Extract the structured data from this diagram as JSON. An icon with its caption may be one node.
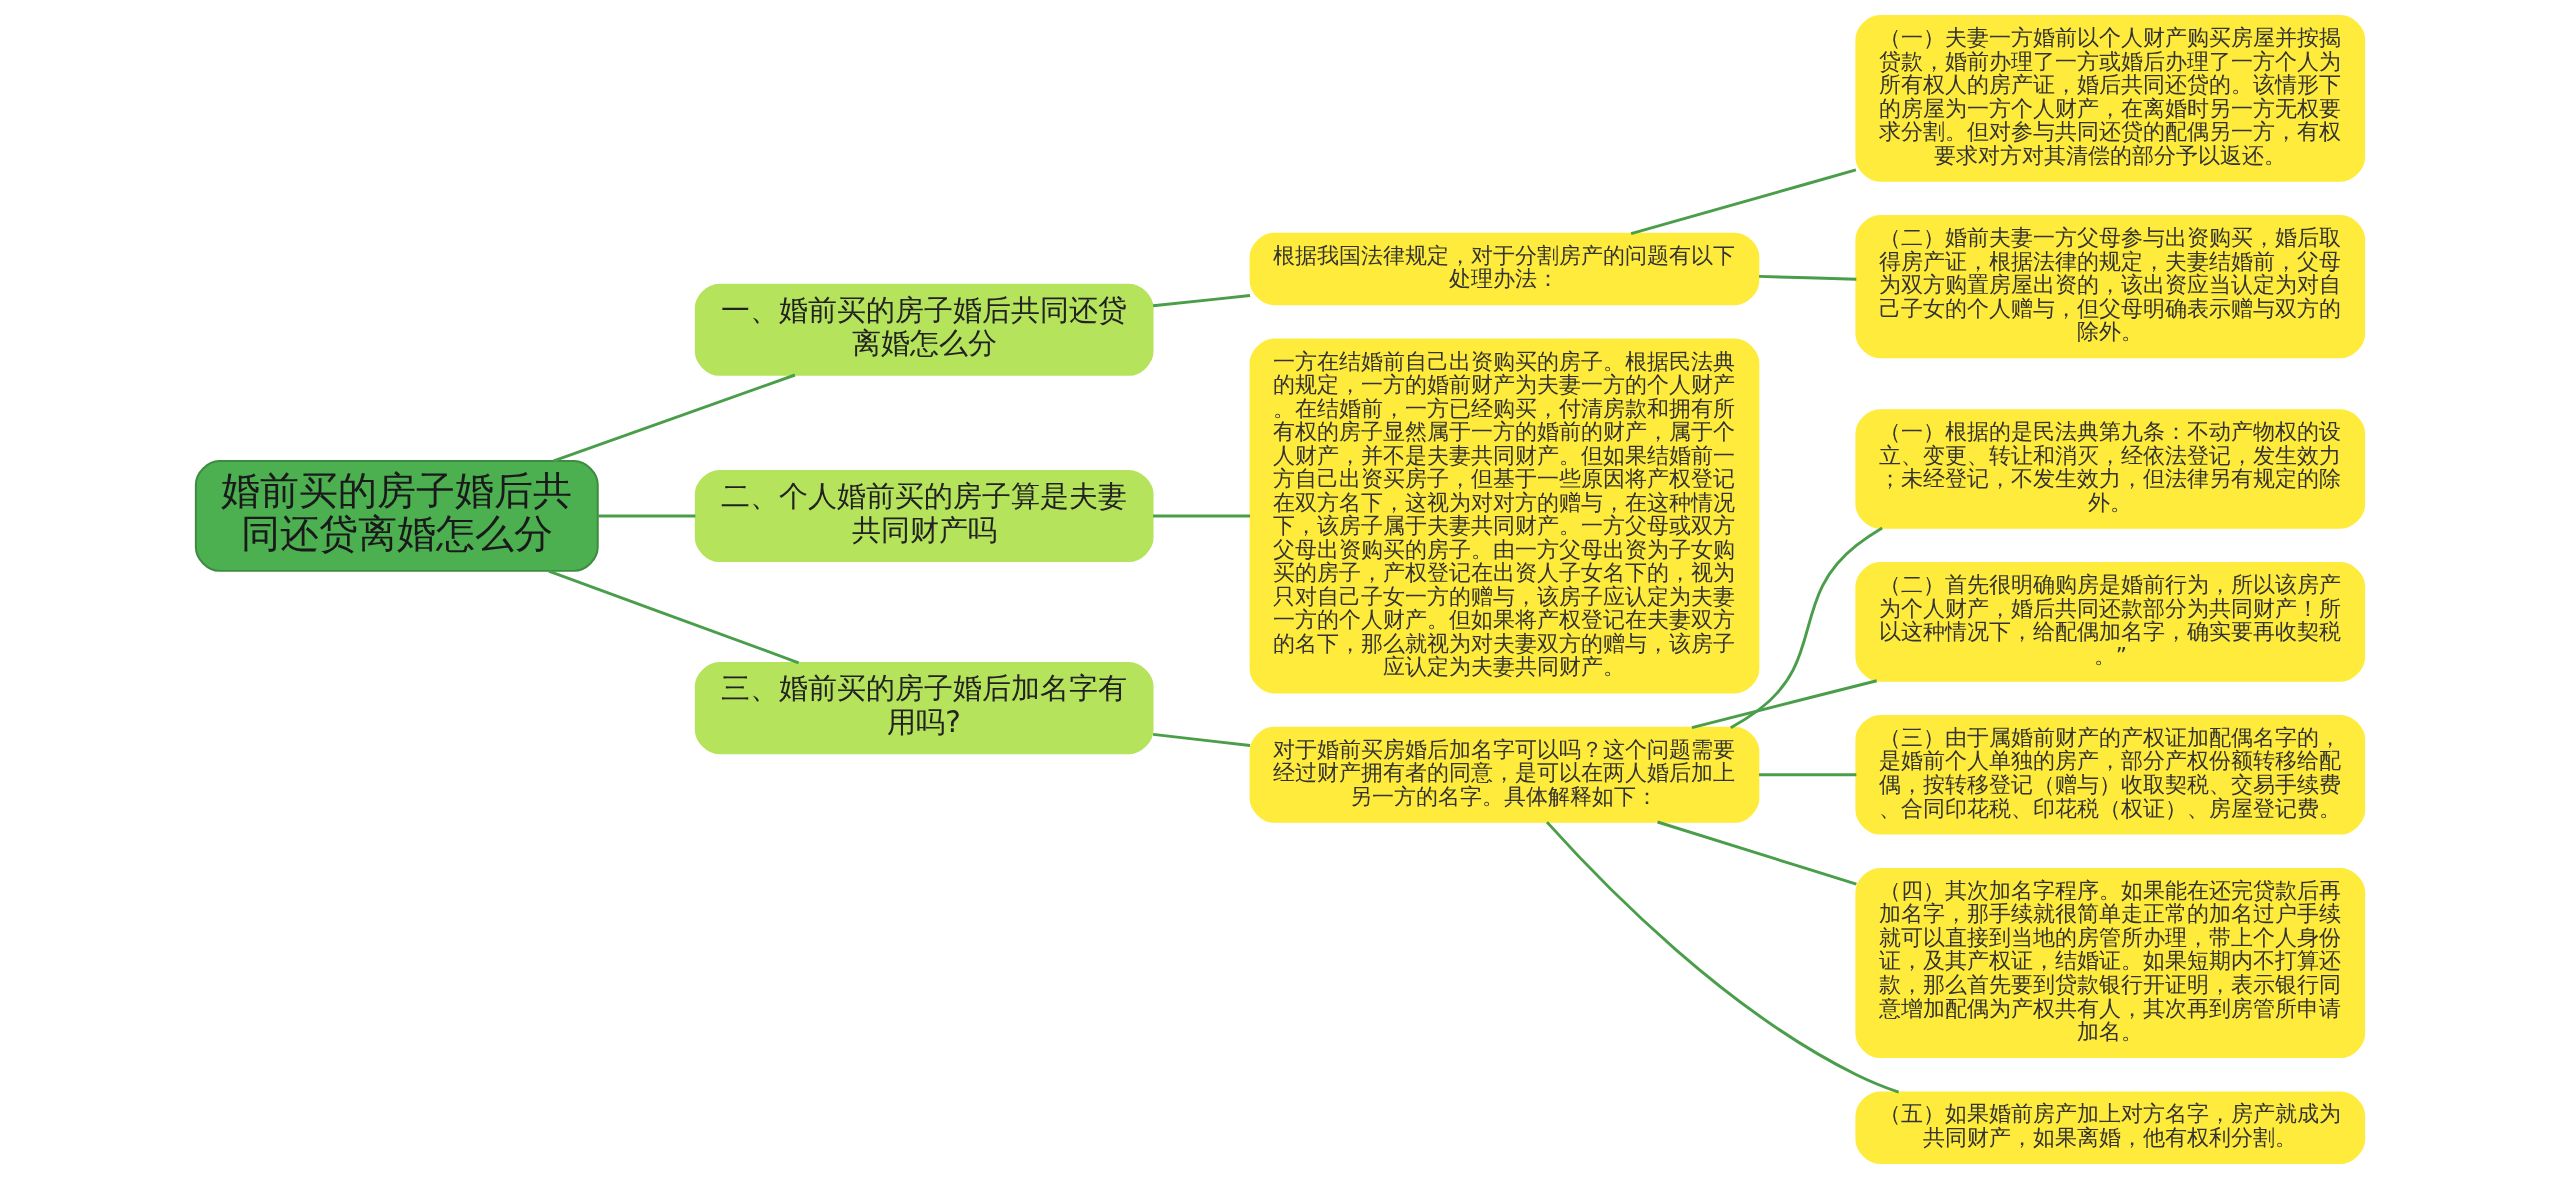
{
  "diagram": {
    "nodes": [
      {
        "text": [
          "婚前买的房子婚后共同还贷离婚怎么分"
        ]
      },
      {
        "text": [
          "一、婚前买的房子婚后共同还贷离婚怎么分"
        ]
      },
      {
        "text": [
          "根据我国法律规定，对于分割房产的问题有以下处理办法："
        ]
      },
      {
        "text": [
          "（一）夫妻一方婚前以个人财产购买房屋并按揭贷款，婚前办理了一方或婚后办理了一方个人为所有权人的房产证，婚后共同还贷的。该情形下的房屋为一方个人财产，在离婚时另一方无权要求分割。但对参与共同还贷的配偶另一方，有权要求对方对其清偿的部分予以返还。"
        ]
      },
      {
        "text": [
          "（二）婚前夫妻一方父母参与出资购买，婚后取得房产证，根据法律的规定，夫妻结婚前，父母为双方购置房屋出资的，该出资应当认定为对自己子女的个人赠与，但父母明确表示赠与双方的除外。"
        ]
      },
      {
        "text": [
          "二、个人婚前买的房子算是夫妻共同财产吗"
        ]
      },
      {
        "text": [
          "一方在结婚前自己出资购买的房子。根据民法典的规定，一方的婚前财产为夫妻一方的个人财产。在结婚前，一方已经购买，付清房款和拥有所有权的房子显然属于一方的婚前的财产，属于个人财产，并不是夫妻共同财产。但如果结婚前一方自己出资买房子，但基于一些原因将产权登记在双方名下，这视为对对方的赠与，在这种情况下，该房子属于夫妻共同财产。一方父母或双方父母出资购买的房子。由一方父母出资为子女购买的房子，产权登记在出资人子女名下的，视为只对自己子女一方的赠与，该房子应认定为夫妻一方的个人财产。但如果将产权登记在夫妻双方的名下，那么就视为对夫妻双方的赠与，该房子应认定为夫妻共同财产。"
        ]
      },
      {
        "text": [
          "三、婚前买的房子婚后加名字有用吗?"
        ]
      },
      {
        "text": [
          "对于婚前买房婚后加名字可以吗？这个问题需要经过财产拥有者的同意，是可以在两人婚后加上另一方的名字。具体解释如下："
        ]
      },
      {
        "text": [
          "（一）根据的是民法典第九条：不动产物权的设立、变更、转让和消灭，经依法登记，发生效力；未经登记，不发生效力，但法律另有规定的除外。"
        ]
      },
      {
        "text": [
          "（二）首先很明确购房是婚前行为，所以该房产为个人财产，婚后共同还款部分为共同财产！所以这种情况下，给配偶加名字，确实要再收契税。”"
        ]
      },
      {
        "text": [
          "（三）由于属婚前财产的产权证加配偶名字的，是婚前个人单独的房产，部分产权份额转移给配偶，按转移登记（赠与）收取契税、交易手续费、合同印花税、印花税（权证）、房屋登记费。"
        ]
      },
      {
        "text": [
          "（四）其次加名字程序。如果能在还完贷款后再加名字，那手续就很简单走正常的加名过户手续就可以直接到当地的房管所办理，带上个人身份证，及其产权证，结婚证。如果短期内不打算还款，那么首先要到贷款银行开证明，表示银行同意增加配偶为产权共有人，其次再到房管所申请加名。"
        ]
      },
      {
        "text": [
          "（五）如果婚前房产加上对方名字，房产就成为共同财产，如果离婚，他有权利分割。"
        ]
      }
    ],
    "edges": [
      {
        "from": 0,
        "to": 1,
        "arrow": "none"
      },
      {
        "from": 1,
        "to": 2,
        "arrow": "none"
      },
      {
        "from": 2,
        "to": 3,
        "arrow": "none"
      },
      {
        "from": 2,
        "to": 4,
        "arrow": "none"
      },
      {
        "from": 0,
        "to": 5,
        "arrow": "none"
      },
      {
        "from": 5,
        "to": 6,
        "arrow": "none"
      },
      {
        "from": 0,
        "to": 7,
        "arrow": "none"
      },
      {
        "from": 7,
        "to": 8,
        "arrow": "none"
      },
      {
        "from": 8,
        "to": 9,
        "arrow": "none"
      },
      {
        "from": 8,
        "to": 10,
        "arrow": "none"
      },
      {
        "from": 8,
        "to": 11,
        "arrow": "none"
      },
      {
        "from": 8,
        "to": 12,
        "arrow": "none"
      },
      {
        "from": 8,
        "to": 13,
        "arrow": "none"
      }
    ]
  }
}
